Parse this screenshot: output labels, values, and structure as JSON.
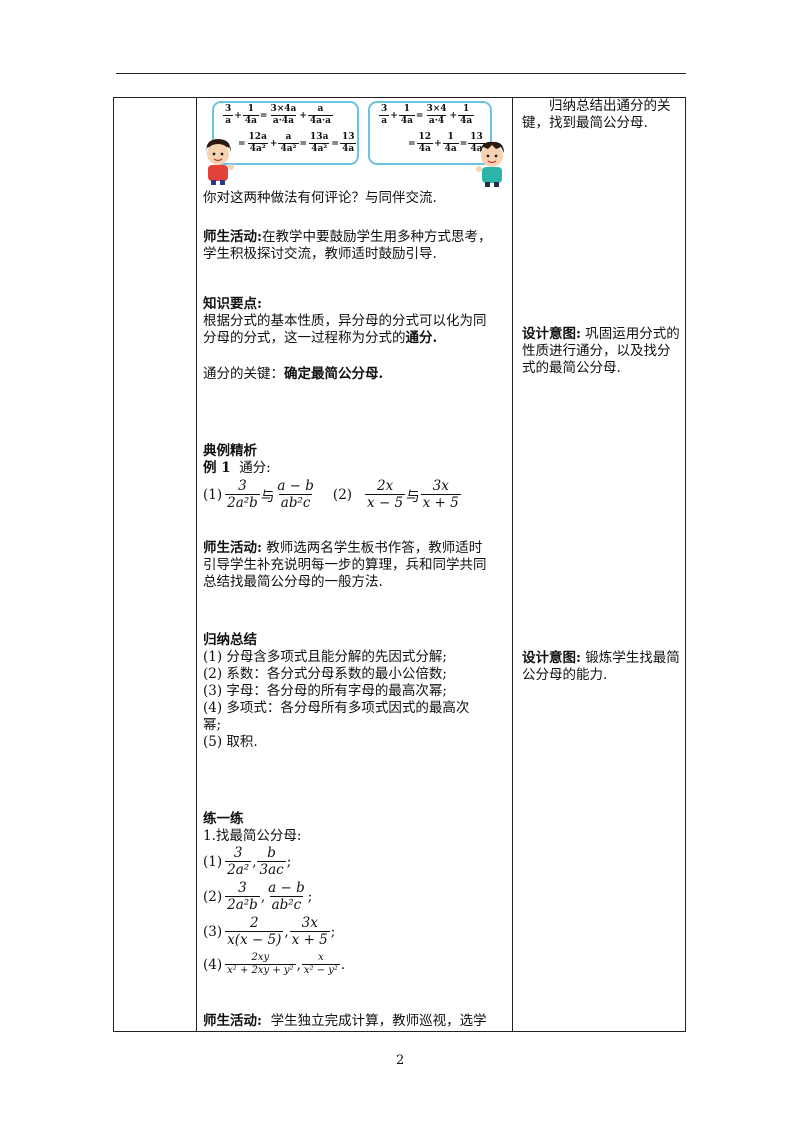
{
  "page_number": "2",
  "bubbles": {
    "left": {
      "line1": {
        "f1n": "3",
        "f1d": "a",
        "op1": "+",
        "f2n": "1",
        "f2d": "4a",
        "eq": "=",
        "f3n": "3×4a",
        "f3d": "a·4a",
        "op2": "+",
        "f4n": "a",
        "f4d": "4a·a"
      },
      "line2": {
        "eq1": "=",
        "f1n": "12a",
        "f1d": "4a²",
        "op1": "+",
        "f2n": "a",
        "f2d": "4a²",
        "eq2": "=",
        "f3n": "13a",
        "f3d": "4a²",
        "eq3": "=",
        "f4n": "13",
        "f4d": "4a"
      }
    },
    "right": {
      "line1": {
        "f1n": "3",
        "f1d": "a",
        "op1": "+",
        "f2n": "1",
        "f2d": "4a",
        "eq": "=",
        "f3n": "3×4",
        "f3d": "a·4",
        "op2": "+",
        "f4n": "1",
        "f4d": "4a"
      },
      "line2": {
        "eq1": "=",
        "f1n": "12",
        "f1d": "4a",
        "op1": "+",
        "f2n": "1",
        "f2d": "4a",
        "eq2": "=",
        "f3n": "13",
        "f3d": "4a"
      }
    }
  },
  "main": {
    "comment_q": "你对这两种做法有何评论？与同伴交流.",
    "activity1_label": "师生活动:",
    "activity1_line1": "在教学中要鼓励学生用多种方式思考，",
    "activity1_line2": "学生积极探讨交流，教师适时鼓励引导.",
    "knowledge_title": "知识要点:",
    "knowledge_line1": "根据分式的基本性质，异分母的分式可以化为同",
    "knowledge_line2a": "分母的分式，这一过程称为分式的",
    "knowledge_line2b": "通分.",
    "key_label": "通分的关键：",
    "key_value": "确定最简公分母.",
    "example_title": "典例精析",
    "example_label": "例 1",
    "example_task": "通分:",
    "ex1": {
      "label": "(1)",
      "f1n": "3",
      "f1d": "2a²b",
      "mid": "与",
      "f2n": "a − b",
      "f2d": "ab²c"
    },
    "ex2": {
      "label": "(2)",
      "f1n": "2x",
      "f1d": "x − 5",
      "mid": "与",
      "f2n": "3x",
      "f2d": "x + 5"
    },
    "activity2_label": "师生活动:",
    "activity2_line1": "教师选两名学生板书作答，教师适时",
    "activity2_line2": "引导学生补充说明每一步的算理，兵和同学共同",
    "activity2_line3": "总结找最简公分母的一般方法.",
    "summary_title": "归纳总结",
    "summary_items": [
      "(1)  分母含多项式且能分解的先因式分解;",
      "(2)  系数：各分式分母系数的最小公倍数;",
      "(3)  字母：各分母的所有字母的最高次幂;",
      "(4)  多项式：各分母所有多项式因式的最高次",
      "幂;",
      "(5)  取积."
    ],
    "practice_title": "练一练",
    "practice_task": "1.找最简公分母:",
    "p1": {
      "label": "(1)",
      "f1n": "3",
      "f1d": "2a²",
      "sep": ",",
      "f2n": "b",
      "f2d": "3ac",
      "end": ";"
    },
    "p2": {
      "label": "(2)",
      "f1n": "3",
      "f1d": "2a²b",
      "sep": ",",
      "f2n": "a − b",
      "f2d": "ab²c",
      "end": ";"
    },
    "p3": {
      "label": "(3)",
      "f1n": "2",
      "f1d": "x(x − 5)",
      "sep": ",",
      "f2n": "3x",
      "f2d": "x + 5",
      "end": ";"
    },
    "p4": {
      "label": "(4)",
      "f1n": "2xy",
      "f1d": "x² + 2xy + y²",
      "sep": ",",
      "f2n": "x",
      "f2d": "x² − y²",
      "end": "."
    },
    "activity3_label": "师生活动:",
    "activity3_text": "学生独立完成计算，教师巡视，选学"
  },
  "side": {
    "note1": "归纳总结出通分的关键，找到最简公分母.",
    "intent1_label": "设计意图:",
    "intent1_text": "巩固运用分式的性质进行通分，以及找分式的最简公分母.",
    "intent2_label": "设计意图:",
    "intent2_text": "锻炼学生找最简公分母的能力."
  },
  "colors": {
    "bubble_border": "#6cc3df",
    "shirt_left": "#e3423b",
    "shirt_right": "#2bb5a8",
    "hair": "#2a1a10"
  }
}
